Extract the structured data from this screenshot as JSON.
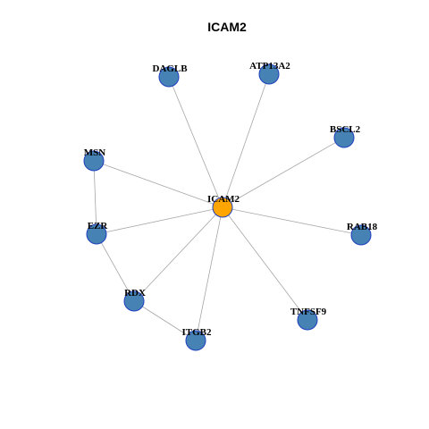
{
  "title": "ICAM2",
  "colors": {
    "hub_fill": "#ffa500",
    "node_fill": "#4682b4",
    "node_stroke": "#1f3fbf",
    "edge": "#a6a6a6"
  },
  "nodes": [
    {
      "id": "ICAM2",
      "label": "ICAM2",
      "role": "hub"
    },
    {
      "id": "DAGLB",
      "label": "DAGLB",
      "role": "neighbor"
    },
    {
      "id": "ATP13A2",
      "label": "ATP13A2",
      "role": "neighbor"
    },
    {
      "id": "BSCL2",
      "label": "BSCL2",
      "role": "neighbor"
    },
    {
      "id": "MSN",
      "label": "MSN",
      "role": "neighbor"
    },
    {
      "id": "EZR",
      "label": "EZR",
      "role": "neighbor"
    },
    {
      "id": "RAB18",
      "label": "RAB18",
      "role": "neighbor"
    },
    {
      "id": "RDX",
      "label": "RDX",
      "role": "neighbor"
    },
    {
      "id": "TNFSF9",
      "label": "TNFSF9",
      "role": "neighbor"
    },
    {
      "id": "ITGB2",
      "label": "ITGB2",
      "role": "neighbor"
    }
  ],
  "edges": [
    [
      "ICAM2",
      "DAGLB"
    ],
    [
      "ICAM2",
      "ATP13A2"
    ],
    [
      "ICAM2",
      "BSCL2"
    ],
    [
      "ICAM2",
      "MSN"
    ],
    [
      "ICAM2",
      "EZR"
    ],
    [
      "ICAM2",
      "RAB18"
    ],
    [
      "ICAM2",
      "RDX"
    ],
    [
      "ICAM2",
      "TNFSF9"
    ],
    [
      "ICAM2",
      "ITGB2"
    ],
    [
      "MSN",
      "EZR"
    ],
    [
      "EZR",
      "RDX"
    ],
    [
      "RDX",
      "ITGB2"
    ]
  ]
}
